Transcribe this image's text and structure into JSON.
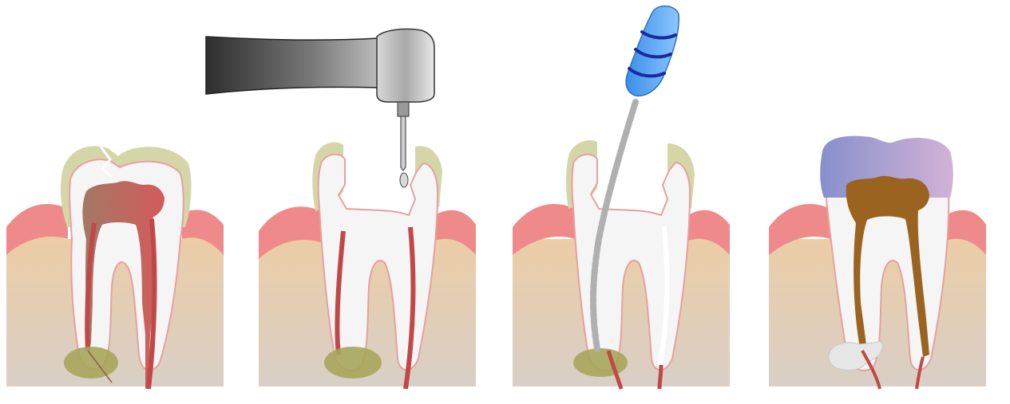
{
  "diagram": {
    "stages": [
      {
        "id": "infected",
        "tooth_enamel_color": "#d4d6a8",
        "pulp_color": "#c04848",
        "abscess_color": "#a6a55a"
      },
      {
        "id": "drilling",
        "tooth_enamel_color": "#d4d6a8",
        "pulp_color": "#c04848",
        "abscess_color": "#a6a55a"
      },
      {
        "id": "filing",
        "tooth_enamel_color": "#d4d6a8",
        "pulp_color": "#c04848",
        "abscess_color": "#a6a55a"
      },
      {
        "id": "filled-crowned",
        "filling_color": "#9a6320",
        "crown_color_left": "#8f94cc",
        "crown_color_right": "#cfb0d4"
      }
    ],
    "colors": {
      "gum": "#ef8a8a",
      "bone_top": "#ebcda6",
      "bone_bottom": "#d9cfc6",
      "dentin": "#f5f5f5",
      "drill_handle_dark": "#333333",
      "drill_handle_light": "#aaaaaa",
      "file_handle": "#4aa0f0",
      "file_rings": "#1a2aa0",
      "file_shaft": "#b0b0b0"
    }
  }
}
